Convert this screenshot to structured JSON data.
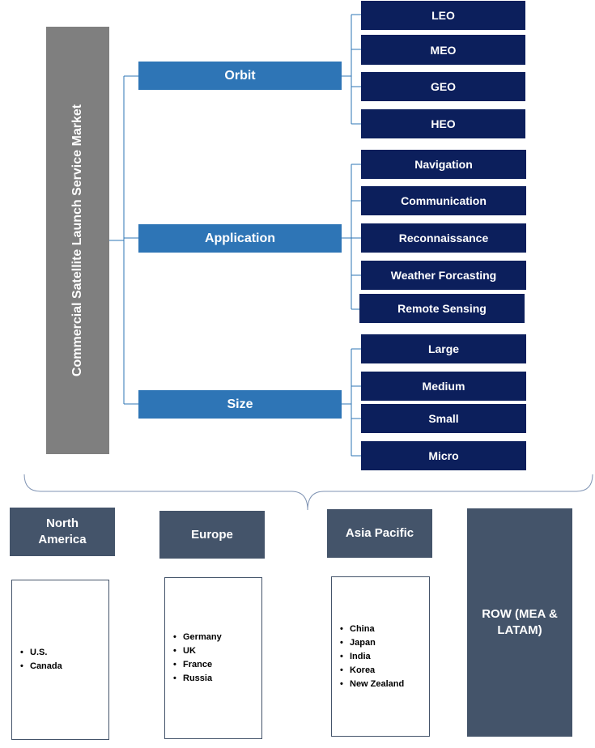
{
  "title": "Commercial Satellite Launch Service Market",
  "categories": [
    {
      "label": "Orbit",
      "items": [
        "LEO",
        "MEO",
        "GEO",
        "HEO"
      ]
    },
    {
      "label": "Application",
      "items": [
        "Navigation",
        "Communication",
        "Reconnaissance",
        "Weather Forcasting",
        "Remote Sensing"
      ]
    },
    {
      "label": "Size",
      "items": [
        "Large",
        "Medium",
        "Small",
        "Micro"
      ]
    }
  ],
  "regions": [
    {
      "name": "North America",
      "countries": [
        "U.S.",
        "Canada"
      ]
    },
    {
      "name": "Europe",
      "countries": [
        "Germany",
        "UK",
        "France",
        "Russia"
      ]
    },
    {
      "name": "Asia Pacific",
      "countries": [
        "China",
        "Japan",
        "India",
        "Korea",
        "New Zealand"
      ]
    },
    {
      "name": "ROW (MEA & LATAM)",
      "countries": []
    }
  ],
  "colors": {
    "title_bg": "#7f7f7f",
    "category_bg": "#2e75b6",
    "subitem_bg": "#0c1f5c",
    "region_bg": "#44546a",
    "connector": "#2e75b6"
  }
}
